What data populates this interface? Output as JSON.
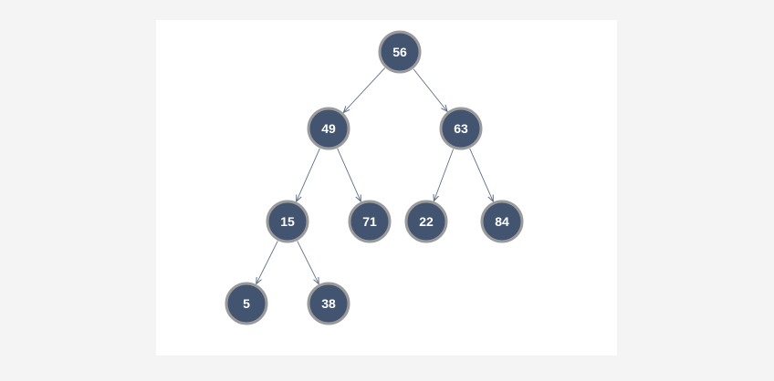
{
  "diagram": {
    "type": "binary-tree",
    "colors": {
      "node_fill": "#435471",
      "node_border": "#9a9a9a",
      "edge": "#5f6f88"
    },
    "nodes": [
      {
        "id": "n56",
        "label": "56"
      },
      {
        "id": "n49",
        "label": "49"
      },
      {
        "id": "n63",
        "label": "63"
      },
      {
        "id": "n15",
        "label": "15"
      },
      {
        "id": "n71",
        "label": "71"
      },
      {
        "id": "n22",
        "label": "22"
      },
      {
        "id": "n84",
        "label": "84"
      },
      {
        "id": "n5",
        "label": "5"
      },
      {
        "id": "n38",
        "label": "38"
      }
    ],
    "edges": [
      {
        "from": "n56",
        "to": "n49"
      },
      {
        "from": "n56",
        "to": "n63"
      },
      {
        "from": "n49",
        "to": "n15"
      },
      {
        "from": "n49",
        "to": "n71"
      },
      {
        "from": "n63",
        "to": "n22"
      },
      {
        "from": "n63",
        "to": "n84"
      },
      {
        "from": "n15",
        "to": "n5"
      },
      {
        "from": "n15",
        "to": "n38"
      }
    ]
  }
}
